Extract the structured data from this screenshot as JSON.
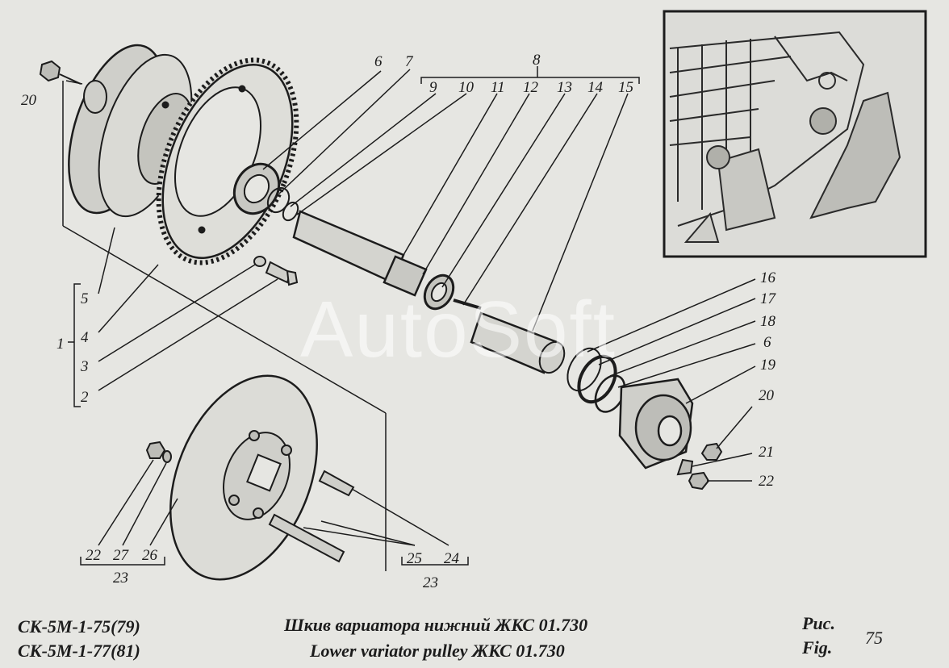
{
  "watermark": "AutoSoft",
  "footer": {
    "model_line_1": "СК-5М-1-75(79)",
    "model_line_2": "СК-5М-1-77(81)",
    "title_ru": "Шкив вариатора нижний ЖКС 01.730",
    "title_en": "Lower variator pulley ЖКС 01.730",
    "fig_label_ru": "Рис.",
    "fig_label_en": "Fig.",
    "fig_number": "75"
  },
  "callouts": {
    "c20a": "20",
    "c6a": "6",
    "c7": "7",
    "c8": "8",
    "c9": "9",
    "c10": "10",
    "c11": "11",
    "c12": "12",
    "c13": "13",
    "c14": "14",
    "c15": "15",
    "c5": "5",
    "c1": "1",
    "c4": "4",
    "c3": "3",
    "c2": "2",
    "c16": "16",
    "c17": "17",
    "c18": "18",
    "c6b": "6",
    "c19": "19",
    "c20b": "20",
    "c21": "21",
    "c22b": "22",
    "c22a": "22",
    "c27": "27",
    "c26": "26",
    "c23a": "23",
    "c25": "25",
    "c24": "24",
    "c23b": "23"
  }
}
